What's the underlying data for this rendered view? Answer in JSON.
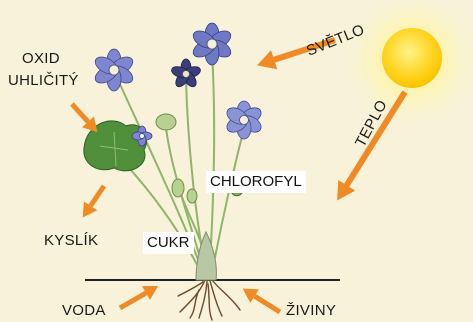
{
  "labels": {
    "oxid_line1": "OXID",
    "oxid_line2": "UHLIČITÝ",
    "svetlo": "SVĚTLO",
    "teplo": "TEPLO",
    "chlorofyl": "CHLOROFYL",
    "kyslik": "KYSLÍK",
    "cukr": "CUKR",
    "voda": "VODA",
    "ziviny": "ŽIVINY"
  },
  "colors": {
    "background": "#f7f2d9",
    "arrow": "#f08a24",
    "sun_core": "#ffd21a",
    "sun_glow": "#fff27a",
    "flower": "#6f78c4",
    "leaf": "#4f8f3a",
    "stem": "#8fb46a",
    "ground": "#222222"
  },
  "icons": {
    "sun": "sun-icon",
    "plant": "plant-illustration",
    "arrow": "orange-arrow"
  }
}
